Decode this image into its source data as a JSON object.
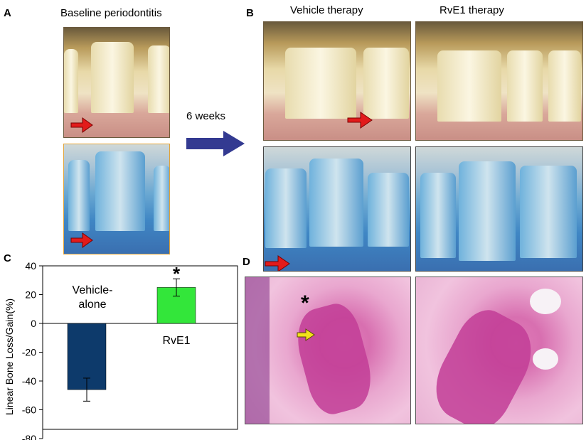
{
  "panels": {
    "a": {
      "letter": "A",
      "caption": "Baseline periodontitis"
    },
    "b": {
      "letter": "B",
      "caption_left": "Vehicle therapy",
      "caption_right": "RvE1 therapy"
    },
    "c": {
      "letter": "C"
    },
    "d": {
      "letter": "D"
    }
  },
  "time_label": "6 weeks",
  "colors": {
    "arrow_blue": "#333a91",
    "arrow_red": "#e21b1b",
    "arrow_yellow": "#f2e21a",
    "bar_vehicle": "#0d3a6b",
    "bar_rve1": "#33e63a"
  },
  "annotations": {
    "asterisk_histology": "*"
  },
  "chart_data": {
    "type": "bar",
    "categories": [
      "Vehicle-alone",
      "RvE1"
    ],
    "category_text": [
      [
        "Vehicle-",
        "alone"
      ],
      [
        "RvE1"
      ]
    ],
    "values": [
      -46,
      25
    ],
    "errors": [
      8,
      6
    ],
    "ylabel": "Linear Bone Loss/Gain(%)",
    "ylim": [
      -80,
      40
    ],
    "yticks": [
      40,
      20,
      0,
      -20,
      -40,
      -60,
      -80
    ],
    "significance": "*",
    "grid": false
  }
}
